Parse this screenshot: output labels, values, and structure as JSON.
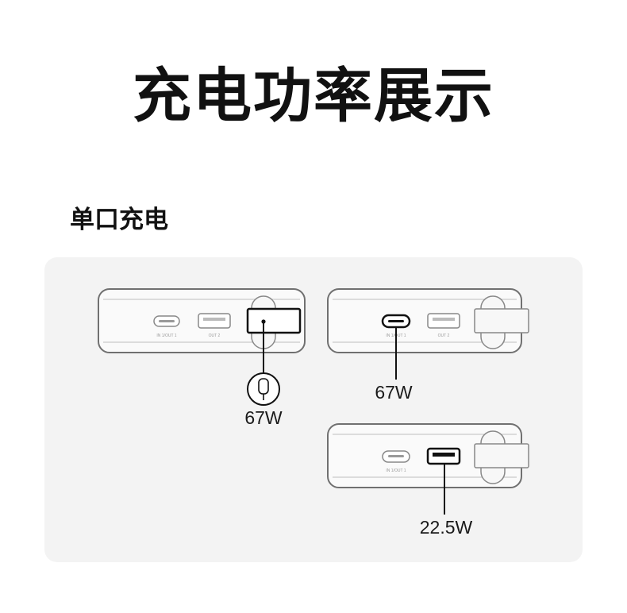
{
  "title": "充电功率展示",
  "subtitle": "单口充电",
  "port_labels": {
    "in_out_1": "IN 1/OUT 1",
    "out_2": "OUT 2"
  },
  "devices": [
    {
      "active_port": "cable",
      "power": "67W"
    },
    {
      "active_port": "usb-c",
      "power": "67W"
    },
    {
      "active_port": "usb-a",
      "power": "22.5W"
    }
  ],
  "icons": [
    "usb-c-plug-icon"
  ]
}
